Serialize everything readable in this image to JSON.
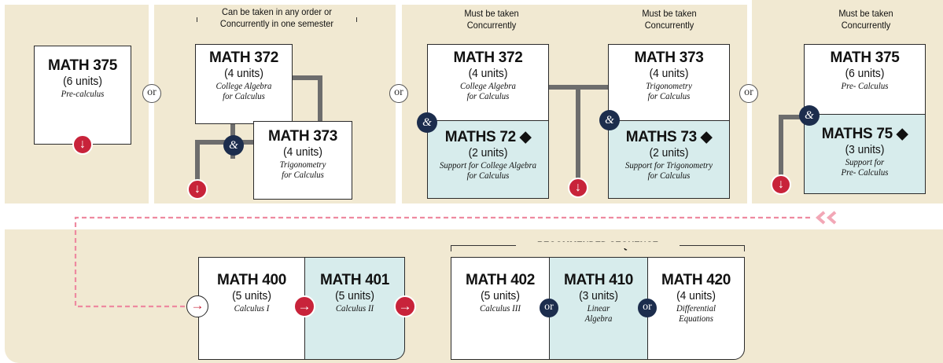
{
  "connectors": {
    "or": "or",
    "and": "&"
  },
  "group1": {
    "math375": {
      "code": "MATH 375",
      "units": "(6 units)",
      "desc": "Pre-calculus"
    }
  },
  "group2": {
    "header_line1": "Can be taken in any order or",
    "header_line2": "Concurrently in one semester",
    "math372": {
      "code": "MATH 372",
      "units": "(4 units)",
      "desc1": "College Algebra",
      "desc2": "for Calculus"
    },
    "math373": {
      "code": "MATH 373",
      "units": "(4 units)",
      "desc1": "Trigonometry",
      "desc2": "for Calculus"
    }
  },
  "group3": {
    "header_a_line1": "Must be taken",
    "header_a_line2": "Concurrently",
    "header_b_line1": "Must be taken",
    "header_b_line2": "Concurrently",
    "math372": {
      "code": "MATH 372",
      "units": "(4 units)",
      "desc1": "College Algebra",
      "desc2": "for Calculus"
    },
    "maths72": {
      "code": "MATHS 72",
      "units": "(2 units)",
      "desc1": "Support for College Algebra",
      "desc2": "for Calculus"
    },
    "math373": {
      "code": "MATH 373",
      "units": "(4 units)",
      "desc1": "Trigonometry",
      "desc2": "for Calculus"
    },
    "maths73": {
      "code": "MATHS 73",
      "units": "(2 units)",
      "desc1": "Support for Trigonometry",
      "desc2": "for Calculus"
    }
  },
  "group4": {
    "header_line1": "Must be taken",
    "header_line2": "Concurrently",
    "math375": {
      "code": "MATH 375",
      "units": "(6 units)",
      "desc": "Pre- Calculus"
    },
    "maths75": {
      "code": "MATHS 75",
      "units": "(3 units)",
      "desc1": "Support for",
      "desc2": "Pre- Calculus"
    }
  },
  "bottom": {
    "math400": {
      "code": "MATH 400",
      "units": "(5 units)",
      "desc": "Calculus I"
    },
    "math401": {
      "code": "MATH 401",
      "units": "(5 units)",
      "desc": "Calculus II"
    },
    "recommended_label": "RECOMMENDED SEQUENCE",
    "math402": {
      "code": "MATH 402",
      "units": "(5 units)",
      "desc": "Calculus III"
    },
    "math410": {
      "code": "MATH 410",
      "units": "(3 units)",
      "desc1": "Linear",
      "desc2": "Algebra"
    },
    "math420": {
      "code": "MATH 420",
      "units": "(4 units)",
      "desc1": "Differential",
      "desc2": "Equations"
    }
  },
  "colors": {
    "panel": "#f1e9d2",
    "support_box": "#d7ecec",
    "arrow_red": "#c8233a",
    "badge_navy": "#1c2d4d"
  }
}
